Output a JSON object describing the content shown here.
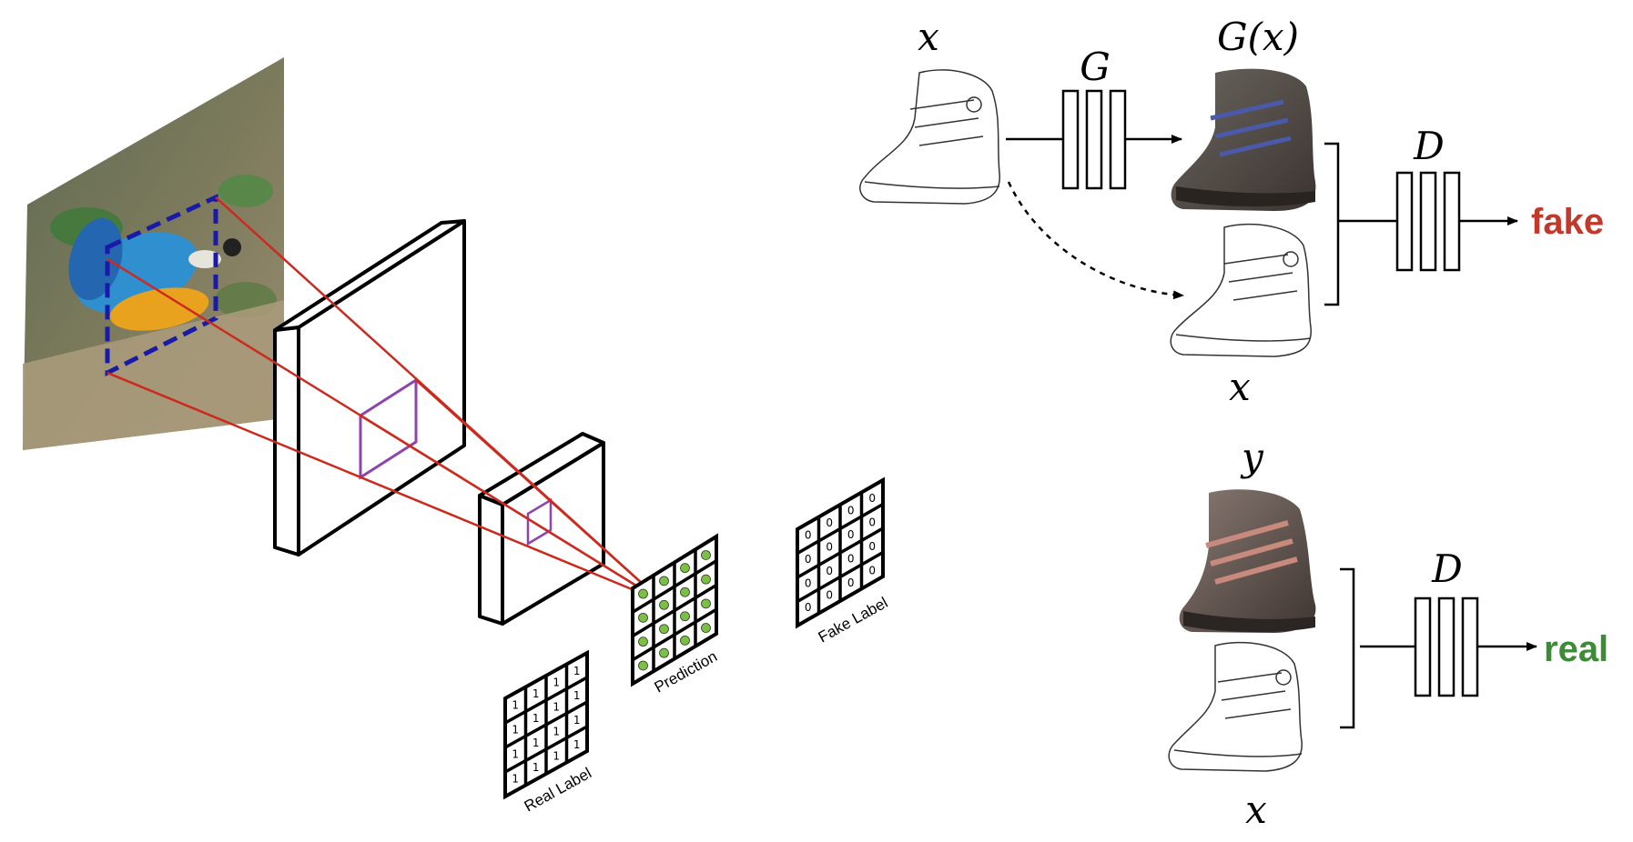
{
  "patch_diagram": {
    "real_label": {
      "caption": "Real Label",
      "cell_value": "1",
      "rows": 4,
      "cols": 4
    },
    "prediction": {
      "caption": "Prediction",
      "rows": 4,
      "cols": 4
    },
    "fake_label": {
      "caption": "Fake Label",
      "cell_value": "0",
      "rows": 4,
      "cols": 4
    }
  },
  "gan_diagram": {
    "top_row": {
      "input_label": "x",
      "generator_label": "G",
      "generated_label": "G(x)",
      "condition_label": "x",
      "discriminator_label": "D",
      "output_label": "fake"
    },
    "bottom_row": {
      "target_label": "y",
      "condition_label": "x",
      "discriminator_label": "D",
      "output_label": "real"
    }
  },
  "colors": {
    "fake": "#c0392b",
    "real": "#3d8b37",
    "receptive_lines": "#cc2a1e",
    "patch_box": "#8e44ad",
    "dashed_box": "#1a1aa8",
    "prediction_dot": "#7ac142"
  },
  "icons": [
    "parrot-photo",
    "shoe-sketch",
    "shoe-photo-generated",
    "shoe-photo-real",
    "conv-block-icon",
    "arrow-icon"
  ]
}
